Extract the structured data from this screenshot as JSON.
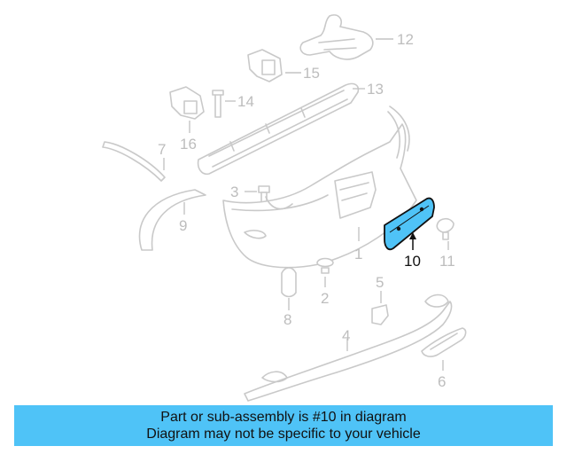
{
  "diagram": {
    "callouts": [
      {
        "id": "1",
        "label": "1"
      },
      {
        "id": "2",
        "label": "2"
      },
      {
        "id": "3",
        "label": "3"
      },
      {
        "id": "4",
        "label": "4"
      },
      {
        "id": "5",
        "label": "5"
      },
      {
        "id": "6",
        "label": "6"
      },
      {
        "id": "7",
        "label": "7"
      },
      {
        "id": "8",
        "label": "8"
      },
      {
        "id": "9",
        "label": "9"
      },
      {
        "id": "10",
        "label": "10"
      },
      {
        "id": "11",
        "label": "11"
      },
      {
        "id": "12",
        "label": "12"
      },
      {
        "id": "13",
        "label": "13"
      },
      {
        "id": "14",
        "label": "14"
      },
      {
        "id": "15",
        "label": "15"
      },
      {
        "id": "16",
        "label": "16"
      }
    ],
    "highlight_id": "10",
    "highlight_color": "#4fc3f7"
  },
  "banner": {
    "line1": "Part or sub-assembly is #10 in diagram",
    "line2": "Diagram may not be specific to your vehicle",
    "background": "#4fc3f7"
  }
}
